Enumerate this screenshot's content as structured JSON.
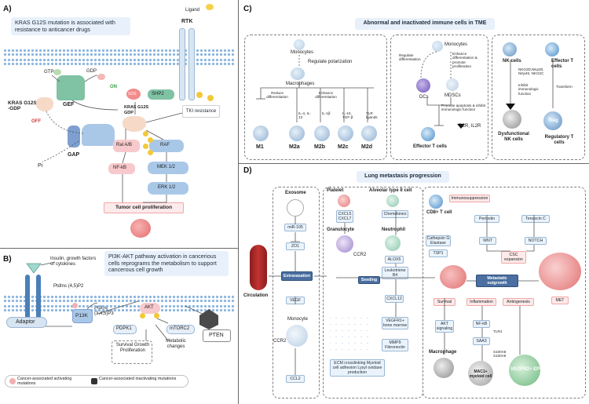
{
  "panels": {
    "a": "A)",
    "b": "B)",
    "c": "C)",
    "d": "D)"
  },
  "panel_a": {
    "callout": "KRAS G12S mutation is associated with resistance to anticancer drugs",
    "ligand": "Ligand",
    "rtk": "RTK",
    "gtp": "GTP",
    "gdp_top": "GDP",
    "gef": "GEF",
    "on": "ON",
    "sos": "SOS",
    "shp2": "SHP2",
    "kras_gdp": "KRAS G12S -GDP",
    "kras_gtp": "KRAS G12S GDP",
    "off": "OFF",
    "tki": "TKI resistance",
    "gap": "GAP",
    "pi": "Pi",
    "ral": "Ral A/B",
    "nfkb": "NF-kB",
    "raf": "RAF",
    "mek": "MEK 1/2",
    "erk": "ERK 1/2",
    "tumor": "Tumor cell proliferation"
  },
  "panel_b": {
    "callout": "PI3K-AKT pathway activation in cancerious cells reprograms the metabolism to support cancerous cell growth",
    "insulin": "Insulin, growth factors or cytokines",
    "pip2": "PtdIns (4,5)P2",
    "pip3": "PtdIns (3,4,5)P3",
    "adaptor": "Adaptor",
    "p13k": "P13K",
    "akt": "AKT",
    "pdpk1": "PDPK1",
    "mtorc2": "mTORC2",
    "pten": "PTEN",
    "outcomes": "Survival Growth Proliferation",
    "metabolic": "Metabolic changes",
    "legend_activating": "Cancer-associated activating mutations",
    "legend_inactivating": "Cancer-associated inactivating mutations"
  },
  "panel_c": {
    "title": "Abnormal and inactivated immune cells in TME",
    "monocytes": "Monocytes",
    "regulate_polarization": "Regulate polarization",
    "macrophages": "Macrophages",
    "reduce_diff": "Reduce differentiation",
    "enhance_diff": "Enhance differentiation",
    "il4": "IL-4, IL-13",
    "il1b": "IL-1β",
    "il10": "IL-10, TGF-β",
    "tlr": "TLR ligands",
    "m1": "M1",
    "m2a": "M2a",
    "m2b": "M2b",
    "m2c": "M2c",
    "m2d": "M2d",
    "monocytes2": "Monocytes",
    "regulate_diff": "Regulate differentiation",
    "enhance_diff2": "Enhance differentiation & promote proliferation",
    "dcs": "DCs",
    "mdscs": "MDSCs",
    "promote_apoptosis": "Promote apoptosis & inhibit immunologic function",
    "tcr": "TCR, IL2R",
    "effector_t": "Effector T cells",
    "nk": "NK cells",
    "nk_receptors": "NKG2D,NKp30, NKp46, NKG2C",
    "inhibit": "Inhibit immunologic function",
    "dysfunctional": "Dysfunctional NK cells",
    "effector_t2": "Effector T cells",
    "transform": "Transform",
    "treg": "Treg",
    "regulatory": "Regulatory T cells"
  },
  "panel_d": {
    "title": "Lung metastasis progression",
    "circulation": "Circulation",
    "exosome": "Exosome",
    "mir105": "miR-105",
    "zo1": "ZO1",
    "extravasation": "Extravasation",
    "vegf": "VEGF",
    "monocyte": "Monocyte",
    "ccr2_left": "CCR2",
    "ccl2": "CCL2",
    "platelet": "Platelet",
    "cxcl5": "CXCL5 CXCL7",
    "granulocyte": "Granulocyte",
    "ccr2_mid": "CCR2",
    "ecm": "ECM crosslinking Myeloid cell adhesion Lysyl oxidase production",
    "alveolar": "Alveolar type II cell",
    "chemokines": "Chemokines",
    "neutrophil": "Neutrophil",
    "alox5": "ALOX5",
    "leukotriene": "Leukotriene B4",
    "seeding": "Seeding",
    "cxcl12": "CXCL12",
    "vegfr1": "VEGFR1+ bone marrow",
    "mmp9": "MMP9 Fibronectin",
    "cathepsin": "Cathepsin G Elastase",
    "tsp1": "TSP1",
    "cd8": "CD8+ T cell",
    "immunosuppression": "Immunosuppression",
    "periostin": "Periostin",
    "tenascin": "Tenascin C",
    "wnt": "WNT",
    "notch": "NOTCH",
    "csc": "CSC expansion",
    "metastatic": "Metastatic outgrowth",
    "met": "MET",
    "survival": "Survival",
    "inflammation": "Inflammation",
    "angiogenesis": "Antiogenesis",
    "akt_signaling": "AKT signaling",
    "nfkb": "NF-kB",
    "tlr4": "TLR4",
    "saa3": "SAA3",
    "s100": "S100A8 S100A9",
    "macrophage": "Macrophage",
    "mac1": "MAC1+ myeloid cell",
    "vegfr2": "VEGFR2+ EPC"
  }
}
